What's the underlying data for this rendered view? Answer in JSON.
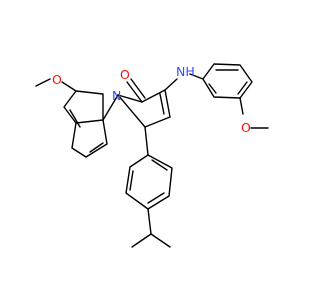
{
  "molecule": {
    "atom_labels": {
      "carbonyl_oxygen": "O",
      "ring_nitrogen": "N",
      "amine": "NH",
      "methoxy_oxygen_left": "O",
      "methoxy_oxygen_right": "O"
    },
    "colors": {
      "bond": "#000000",
      "oxygen": "#ff0d0d",
      "nitrogen": "#3050f8",
      "background": "#ffffff"
    }
  }
}
